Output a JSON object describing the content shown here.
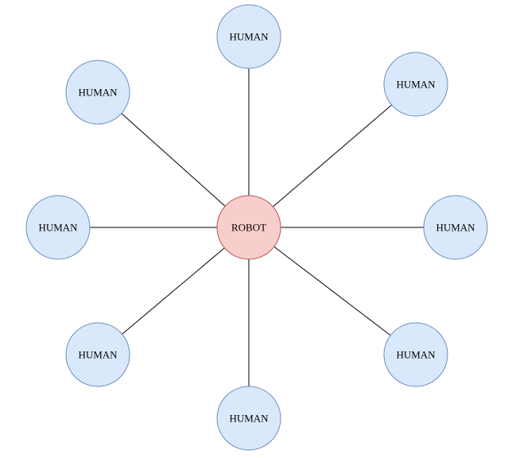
{
  "diagram": {
    "center": {
      "label": "ROBOT",
      "fill": "#f8cecc",
      "stroke": "#b85450"
    },
    "satellite_style": {
      "fill": "#dae8fc",
      "stroke": "#6c8ebf"
    },
    "satellites": [
      {
        "label": "HUMAN"
      },
      {
        "label": "HUMAN"
      },
      {
        "label": "HUMAN"
      },
      {
        "label": "HUMAN"
      },
      {
        "label": "HUMAN"
      },
      {
        "label": "HUMAN"
      },
      {
        "label": "HUMAN"
      },
      {
        "label": "HUMAN"
      }
    ],
    "edge_color": "#000000"
  }
}
